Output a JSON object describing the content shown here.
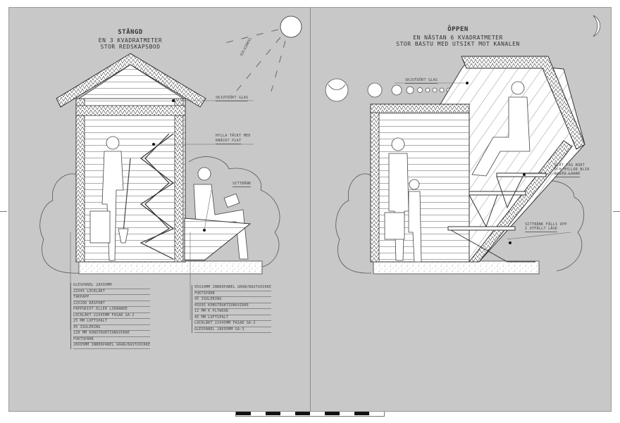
{
  "panels": {
    "closed": {
      "title": "STÄNGD",
      "subtitle_line1": "EN 3 KVADRATMETER",
      "subtitle_line2": "STOR REDSKAPSBOD",
      "labels": {
        "sun_angle": "SOLVINKEL",
        "glass": "SKJUTDÖRT GLAS",
        "shelf_line1": "HYLLA TÄCKT MED",
        "shelf_line2": "KNÄCKT PLAT",
        "bench": "SITTBÄNK"
      },
      "wall_layers_left": [
        "GLESPANEL 28X95MM",
        "22X45 LOCKLÄKT",
        "TAKPAPP",
        "22X100 RÅSPONT",
        "PAPPSKIVT ELLER LIKNANDE",
        "LOCKLÄKT 22X45MM FASAD GA-2",
        "25 MM LUFTSPALT",
        "95 ISOLERING",
        "120 MM KONSTRUKTIONSVIRKE",
        "FUKTSPÄRR",
        "20X95MM INNERPANEL GRAN/BASTUVIRKE"
      ],
      "wall_layers_right": [
        "95X20MM INNERPANEL GRAN/BASTUVIRKE",
        "FUKTSPÄRR",
        "95 ISOLERING",
        "45X95 KONSTRUKTIONSVIRKE",
        "12 MM K PLYWOOD",
        "45 MM LUFTSPALT",
        "LOCKLÄKT 22X45MM FASAD GA-2",
        "GLESPANEL 28X95MM GA-3"
      ]
    },
    "open": {
      "title": "ÖPPEN",
      "subtitle_line1": "EN NÄSTAN 6 KVADRATMETER",
      "subtitle_line2": "STOR BASTU MED UTSIKT MOT KANALEN",
      "labels": {
        "glass": "SKJUTDÖRT GLAS",
        "shelf_line1": "PLÅT TAS BORT",
        "shelf_line2": "OCH HYLLOR BLIR",
        "shelf_line3": "BASTU LAVAR",
        "bench_line1": "SITTBÄNK FÄLLS UPP",
        "bench_line2": "I UTFÄLLT LÄGE"
      }
    }
  },
  "icons": {
    "sun": "sun-icon",
    "moon": "crescent-moon-icon",
    "moon_phases": "moon-phase-sequence-icon"
  },
  "scale_bar": {
    "segments": 10
  },
  "colors": {
    "paper": "#c8c8c8",
    "line": "#333333",
    "fill_white": "#ffffff",
    "background": "#ffffff"
  }
}
